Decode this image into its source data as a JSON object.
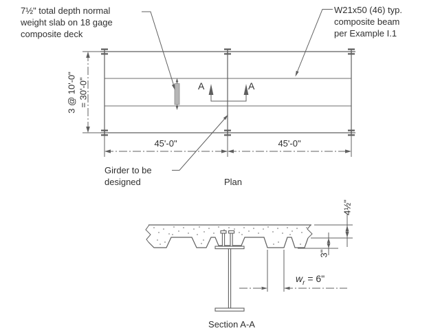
{
  "plan": {
    "slab_note": "7½\" total depth normal\nweight slab on 18 gage\ncomposite deck",
    "beam_note": "W21x50 (46) typ.\ncomposite beam\nper Example I.1",
    "girder_note": "Girder to be\ndesigned",
    "title": "Plan",
    "bay_dimension": {
      "count_line": "3 @ 10'-0\"",
      "total_line": "= 30'-0\""
    },
    "span_dimension_left": "45'-0\"",
    "span_dimension_right": "45'-0\"",
    "section_mark_left": "A",
    "section_mark_right": "A"
  },
  "section": {
    "title": "Section A-A",
    "slab_above_deck_dim": "4½\"",
    "deck_rib_depth_dim": "3\"",
    "rib_width_symbol": "w",
    "rib_width_subscript": "r",
    "rib_width_value": " = 6\""
  },
  "colors": {
    "line": "#5f5f5f",
    "text": "#2f2f2f",
    "deck-symbol": "#b5b5b5"
  }
}
